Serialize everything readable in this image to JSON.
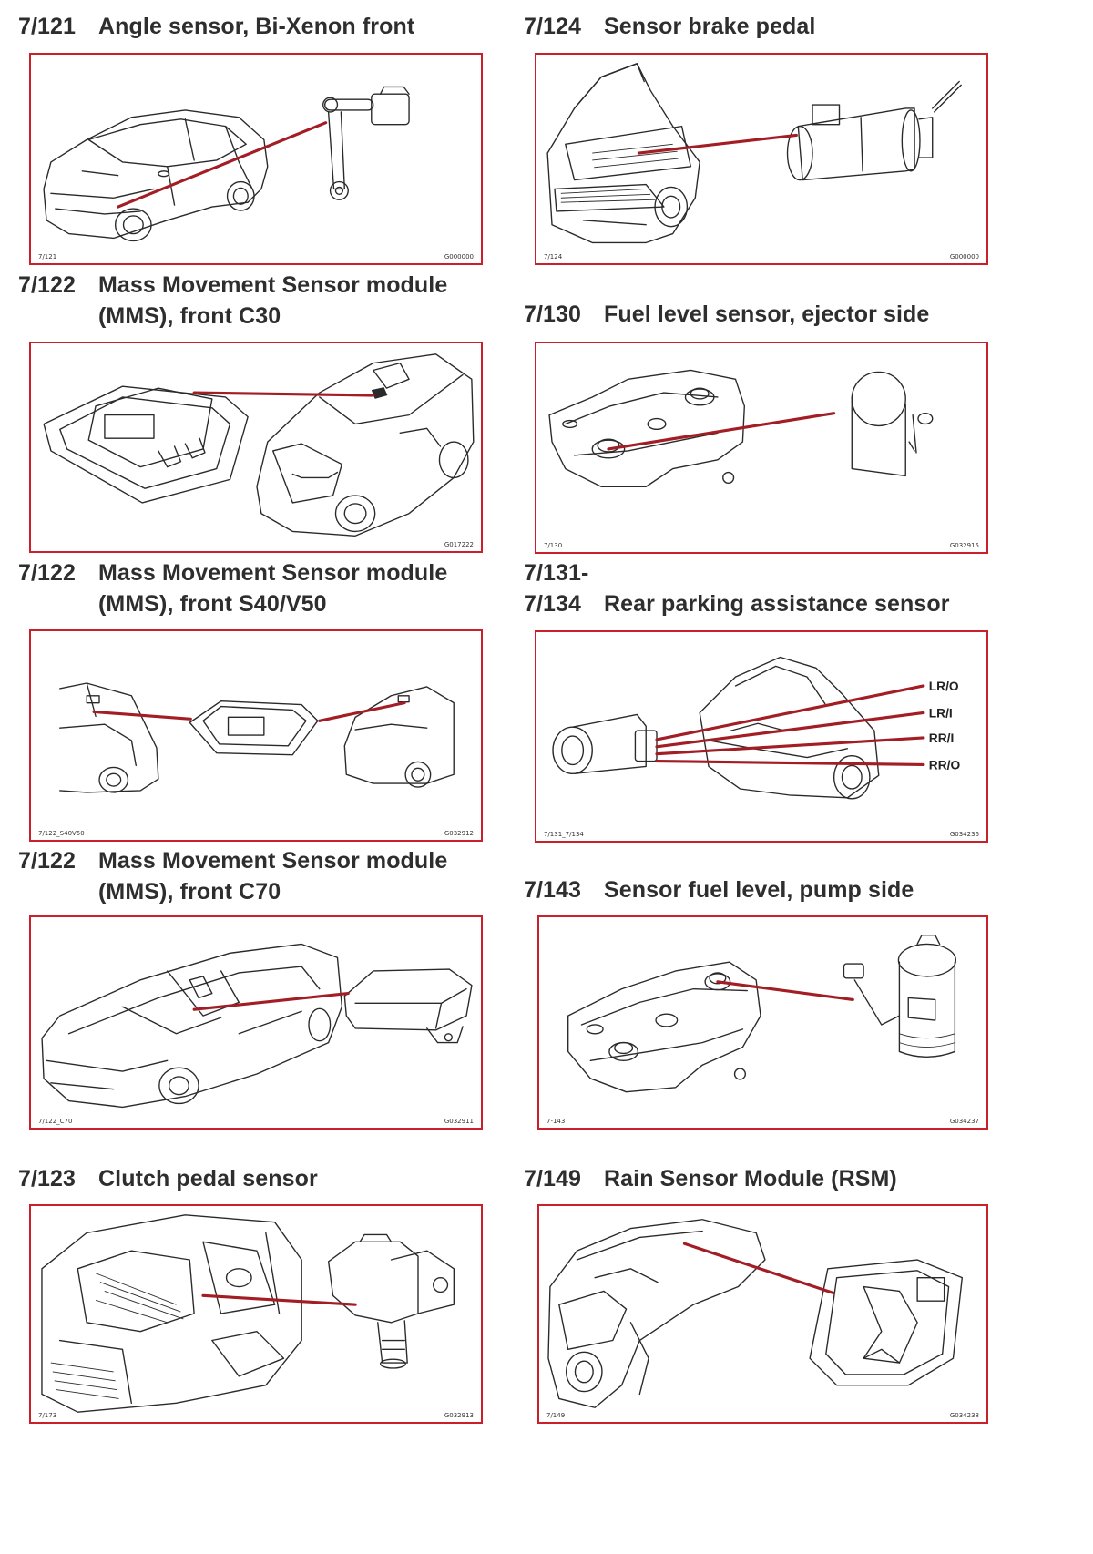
{
  "entries": [
    {
      "code": "7/121",
      "title": [
        "Angle sensor, Bi-Xenon front"
      ],
      "caption_left": "7/121",
      "caption_right": "G000000"
    },
    {
      "code": "7/124",
      "title": [
        "Sensor brake pedal"
      ],
      "caption_left": "7/124",
      "caption_right": "G000000"
    },
    {
      "code": "7/122",
      "title": [
        "Mass Movement Sensor module",
        "(MMS), front C30"
      ],
      "caption_left": "",
      "caption_right": "G017222"
    },
    {
      "code": "7/130",
      "title": [
        "Fuel level sensor, ejector side"
      ],
      "caption_left": "7/130",
      "caption_right": "G032915"
    },
    {
      "code": "7/122",
      "title": [
        "Mass Movement Sensor module",
        "(MMS), front S40/V50"
      ],
      "caption_left": "7/122_S40V50",
      "caption_right": "G032912"
    },
    {
      "code": "7/131-\n7/134",
      "title": [
        "",
        "Rear parking assistance sensor"
      ],
      "caption_left": "7/131_7/134",
      "caption_right": "G034236",
      "callouts": [
        "LR/O",
        "LR/I",
        "RR/I",
        "RR/O"
      ]
    },
    {
      "code": "7/122",
      "title": [
        "Mass Movement Sensor module",
        "(MMS), front C70"
      ],
      "caption_left": "7/122_C70",
      "caption_right": "G032911"
    },
    {
      "code": "7/143",
      "title": [
        "Sensor fuel level, pump side"
      ],
      "caption_left": "7-143",
      "caption_right": "G034237"
    },
    {
      "code": "7/123",
      "title": [
        "Clutch pedal sensor"
      ],
      "caption_left": "7/173",
      "caption_right": "G032913"
    },
    {
      "code": "7/149",
      "title": [
        "Rain Sensor Module (RSM)"
      ],
      "caption_left": "7/149",
      "caption_right": "G034238"
    }
  ],
  "colors": {
    "frame": "#c9202a",
    "leader_line": "#a31d24",
    "text": "#2e2e2e"
  }
}
